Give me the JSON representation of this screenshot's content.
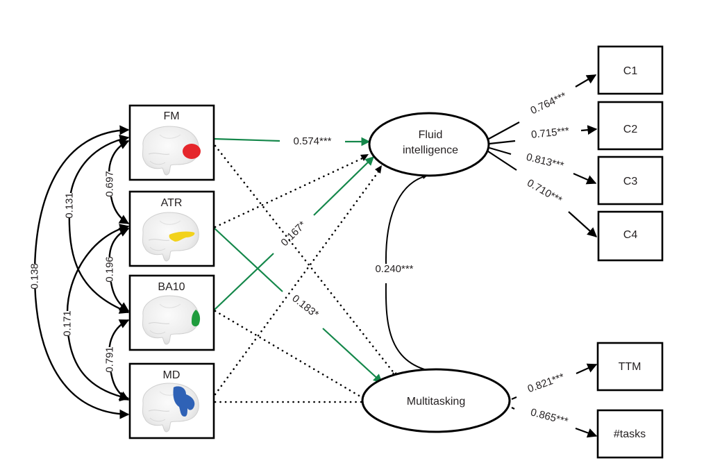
{
  "diagram": {
    "type": "structural-equation-model",
    "colors": {
      "significant_path": "#14874a",
      "nonsignificant_path": "#000000",
      "fm_region": "#e5262b",
      "atr_region": "#f2d21c",
      "ba10_region": "#1f9c3d",
      "md_region": "#2f62b6",
      "brain": "#eeeeee"
    },
    "predictors": [
      {
        "id": "FM",
        "label": "FM",
        "region_color": "#e5262b"
      },
      {
        "id": "ATR",
        "label": "ATR",
        "region_color": "#f2d21c"
      },
      {
        "id": "BA10",
        "label": "BA10",
        "region_color": "#1f9c3d"
      },
      {
        "id": "MD",
        "label": "MD",
        "region_color": "#2f62b6"
      }
    ],
    "latents": [
      {
        "id": "fluid",
        "label_line1": "Fluid",
        "label_line2": "intelligence"
      },
      {
        "id": "multi",
        "label": "Multitasking"
      }
    ],
    "indicators": [
      {
        "id": "C1",
        "label": "C1"
      },
      {
        "id": "C2",
        "label": "C2"
      },
      {
        "id": "C3",
        "label": "C3"
      },
      {
        "id": "C4",
        "label": "C4"
      },
      {
        "id": "TTM",
        "label": "TTM"
      },
      {
        "id": "tasks",
        "label": "#tasks"
      }
    ],
    "predictor_covariances": [
      {
        "from": "FM",
        "to": "ATR",
        "label": "0.697"
      },
      {
        "from": "ATR",
        "to": "BA10",
        "label": "0.196"
      },
      {
        "from": "BA10",
        "to": "MD",
        "label": "0.791"
      },
      {
        "from": "FM",
        "to": "BA10",
        "label": "0.131"
      },
      {
        "from": "ATR",
        "to": "MD",
        "label": "0.171"
      },
      {
        "from": "FM",
        "to": "MD",
        "label": "0.138"
      }
    ],
    "regression_paths": [
      {
        "from": "FM",
        "to": "fluid",
        "label": "0.574***",
        "significant": true
      },
      {
        "from": "BA10",
        "to": "fluid",
        "label": "0.167*",
        "significant": true
      },
      {
        "from": "ATR",
        "to": "multi",
        "label": "0.183*",
        "significant": true
      },
      {
        "from": "ATR",
        "to": "fluid",
        "label": "",
        "significant": false
      },
      {
        "from": "MD",
        "to": "fluid",
        "label": "",
        "significant": false
      },
      {
        "from": "FM",
        "to": "multi",
        "label": "",
        "significant": false
      },
      {
        "from": "BA10",
        "to": "multi",
        "label": "",
        "significant": false
      },
      {
        "from": "MD",
        "to": "multi",
        "label": "",
        "significant": false
      }
    ],
    "latent_covariance": {
      "from": "fluid",
      "to": "multi",
      "label": "0.240***"
    },
    "loadings": [
      {
        "from": "fluid",
        "to": "C1",
        "label": "0.764***"
      },
      {
        "from": "fluid",
        "to": "C2",
        "label": "0.715***"
      },
      {
        "from": "fluid",
        "to": "C3",
        "label": "0.813***"
      },
      {
        "from": "fluid",
        "to": "C4",
        "label": "0.710***"
      },
      {
        "from": "multi",
        "to": "TTM",
        "label": "0.821***"
      },
      {
        "from": "multi",
        "to": "tasks",
        "label": "0.865***"
      }
    ]
  }
}
